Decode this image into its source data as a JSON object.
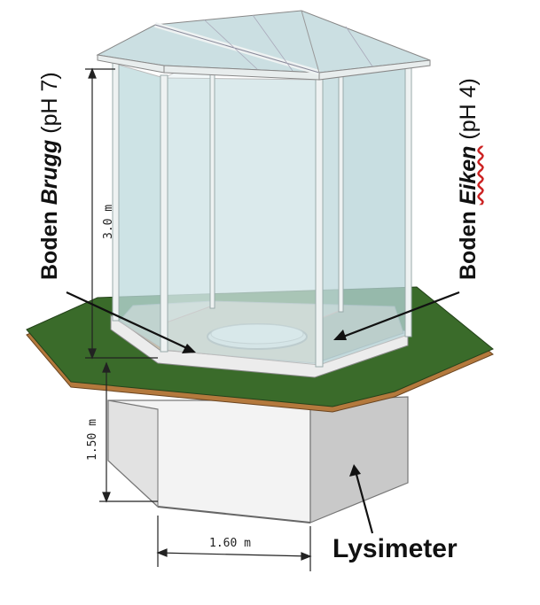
{
  "labels": {
    "brugg_prefix": "Boden ",
    "brugg_name": "Brugg",
    "brugg_ph": " (pH 7)",
    "eiken_prefix": "Boden ",
    "eiken_name": "Eiken",
    "eiken_ph": " (pH 4)",
    "lysimeter": "Lysimeter"
  },
  "dimensions": {
    "height_chamber": "3.0 m",
    "height_lysimeter": "1.50 m",
    "width": "1.60 m"
  },
  "colors": {
    "grass": "#3a6b2a",
    "soil_edge": "#b4793d",
    "glass": "#cfe3e6",
    "frame": "#e9eeee",
    "lysimeter_wall": "#dcdcdc"
  }
}
